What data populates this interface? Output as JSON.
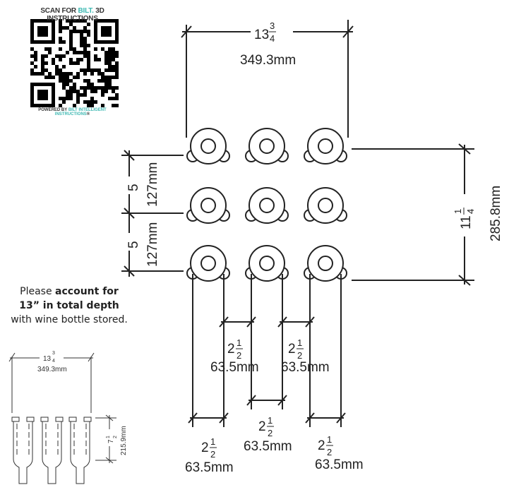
{
  "qr": {
    "header_prefix": "SCAN FOR ",
    "header_brand": "BILT.",
    "header_suffix": " 3D INSTRUCTIONS",
    "footer_prefix": "POWERED BY ",
    "footer_brand": "BILT INTELLIGENT INSTRUCTIONS",
    "footer_mark": "®",
    "brand_color": "#3cb8b2"
  },
  "note": {
    "line1_plain": "Please ",
    "line1_bold": "account for",
    "line2_bold": "13” in total depth",
    "line3": "with wine bottle stored."
  },
  "dims": {
    "width": {
      "whole": "13",
      "num": "3",
      "den": "4",
      "mm": "349.3mm"
    },
    "height": {
      "whole": "11",
      "num": "1",
      "den": "4",
      "mm": "285.8mm"
    },
    "row_spacing_top": {
      "inch": "5",
      "mm": "127mm"
    },
    "row_spacing_bottom": {
      "inch": "5",
      "mm": "127mm"
    },
    "spacing": [
      {
        "whole": "2",
        "num": "1",
        "den": "2",
        "mm": "63.5mm"
      },
      {
        "whole": "2",
        "num": "1",
        "den": "2",
        "mm": "63.5mm"
      },
      {
        "whole": "2",
        "num": "1",
        "den": "2",
        "mm": "63.5mm"
      },
      {
        "whole": "2",
        "num": "1",
        "den": "2",
        "mm": "63.5mm"
      },
      {
        "whole": "2",
        "num": "1",
        "den": "2",
        "mm": "63.5mm"
      }
    ],
    "side_width": {
      "whole": "13",
      "num": "3",
      "den": "4",
      "mm": "349.3mm"
    },
    "side_depth": {
      "whole": "7",
      "num": "1",
      "den": "2",
      "mm": "215.9mm"
    }
  }
}
